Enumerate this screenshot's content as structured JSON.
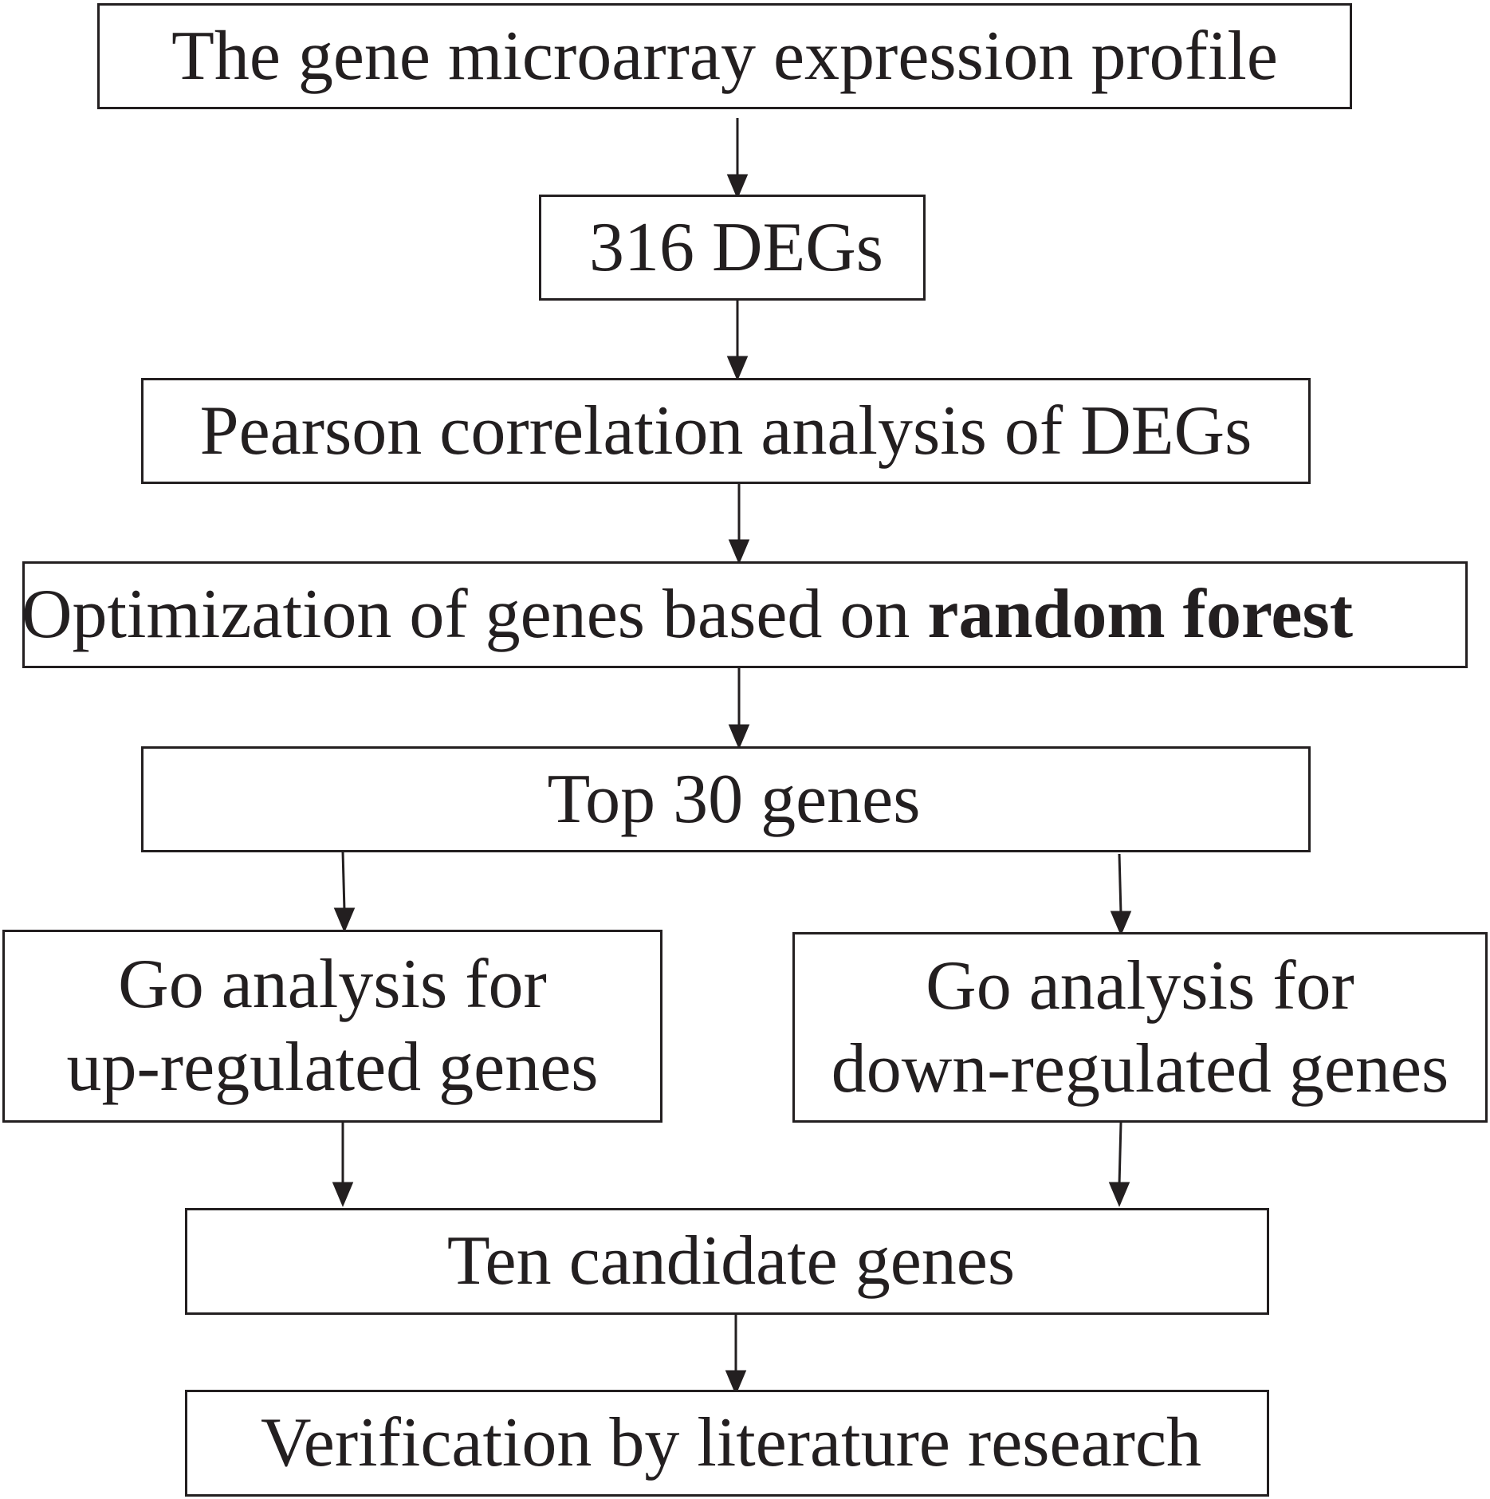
{
  "nodes": {
    "profile": {
      "text": "The gene microarray expression profile"
    },
    "degs": {
      "text": "316 DEGs"
    },
    "pearson": {
      "text": "Pearson correlation analysis of DEGs"
    },
    "optimization": {
      "text_regular": "Optimization of genes based on ",
      "text_bold": "random forest"
    },
    "top30": {
      "text": "Top 30 genes"
    },
    "go_up": {
      "line1": "Go analysis for",
      "line2": "up-regulated genes"
    },
    "go_down": {
      "line1": "Go analysis for",
      "line2": "down-regulated genes"
    },
    "candidates": {
      "text": "Ten candidate genes"
    },
    "verification": {
      "text": "Verification by literature research"
    }
  },
  "colors": {
    "line": "#231f20",
    "text": "#231f20",
    "background": "#ffffff"
  }
}
